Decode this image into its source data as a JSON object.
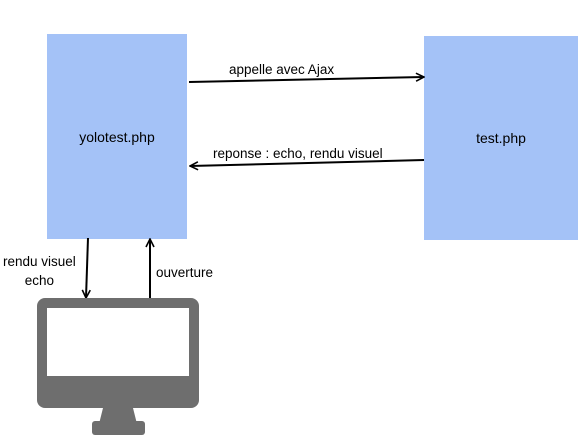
{
  "nodes": {
    "left": "yolotest.php",
    "right": "test.php"
  },
  "edges": {
    "ajax_call": "appelle avec Ajax",
    "response": "reponse : echo, rendu visuel",
    "opening": "ouverture",
    "render_line1": "rendu visuel",
    "render_line2": "echo"
  },
  "icons": {
    "monitor": "computer-monitor-icon"
  },
  "colors": {
    "box_fill": "#a4c2f7",
    "monitor": "#6e6e6e",
    "arrow": "#000000"
  }
}
